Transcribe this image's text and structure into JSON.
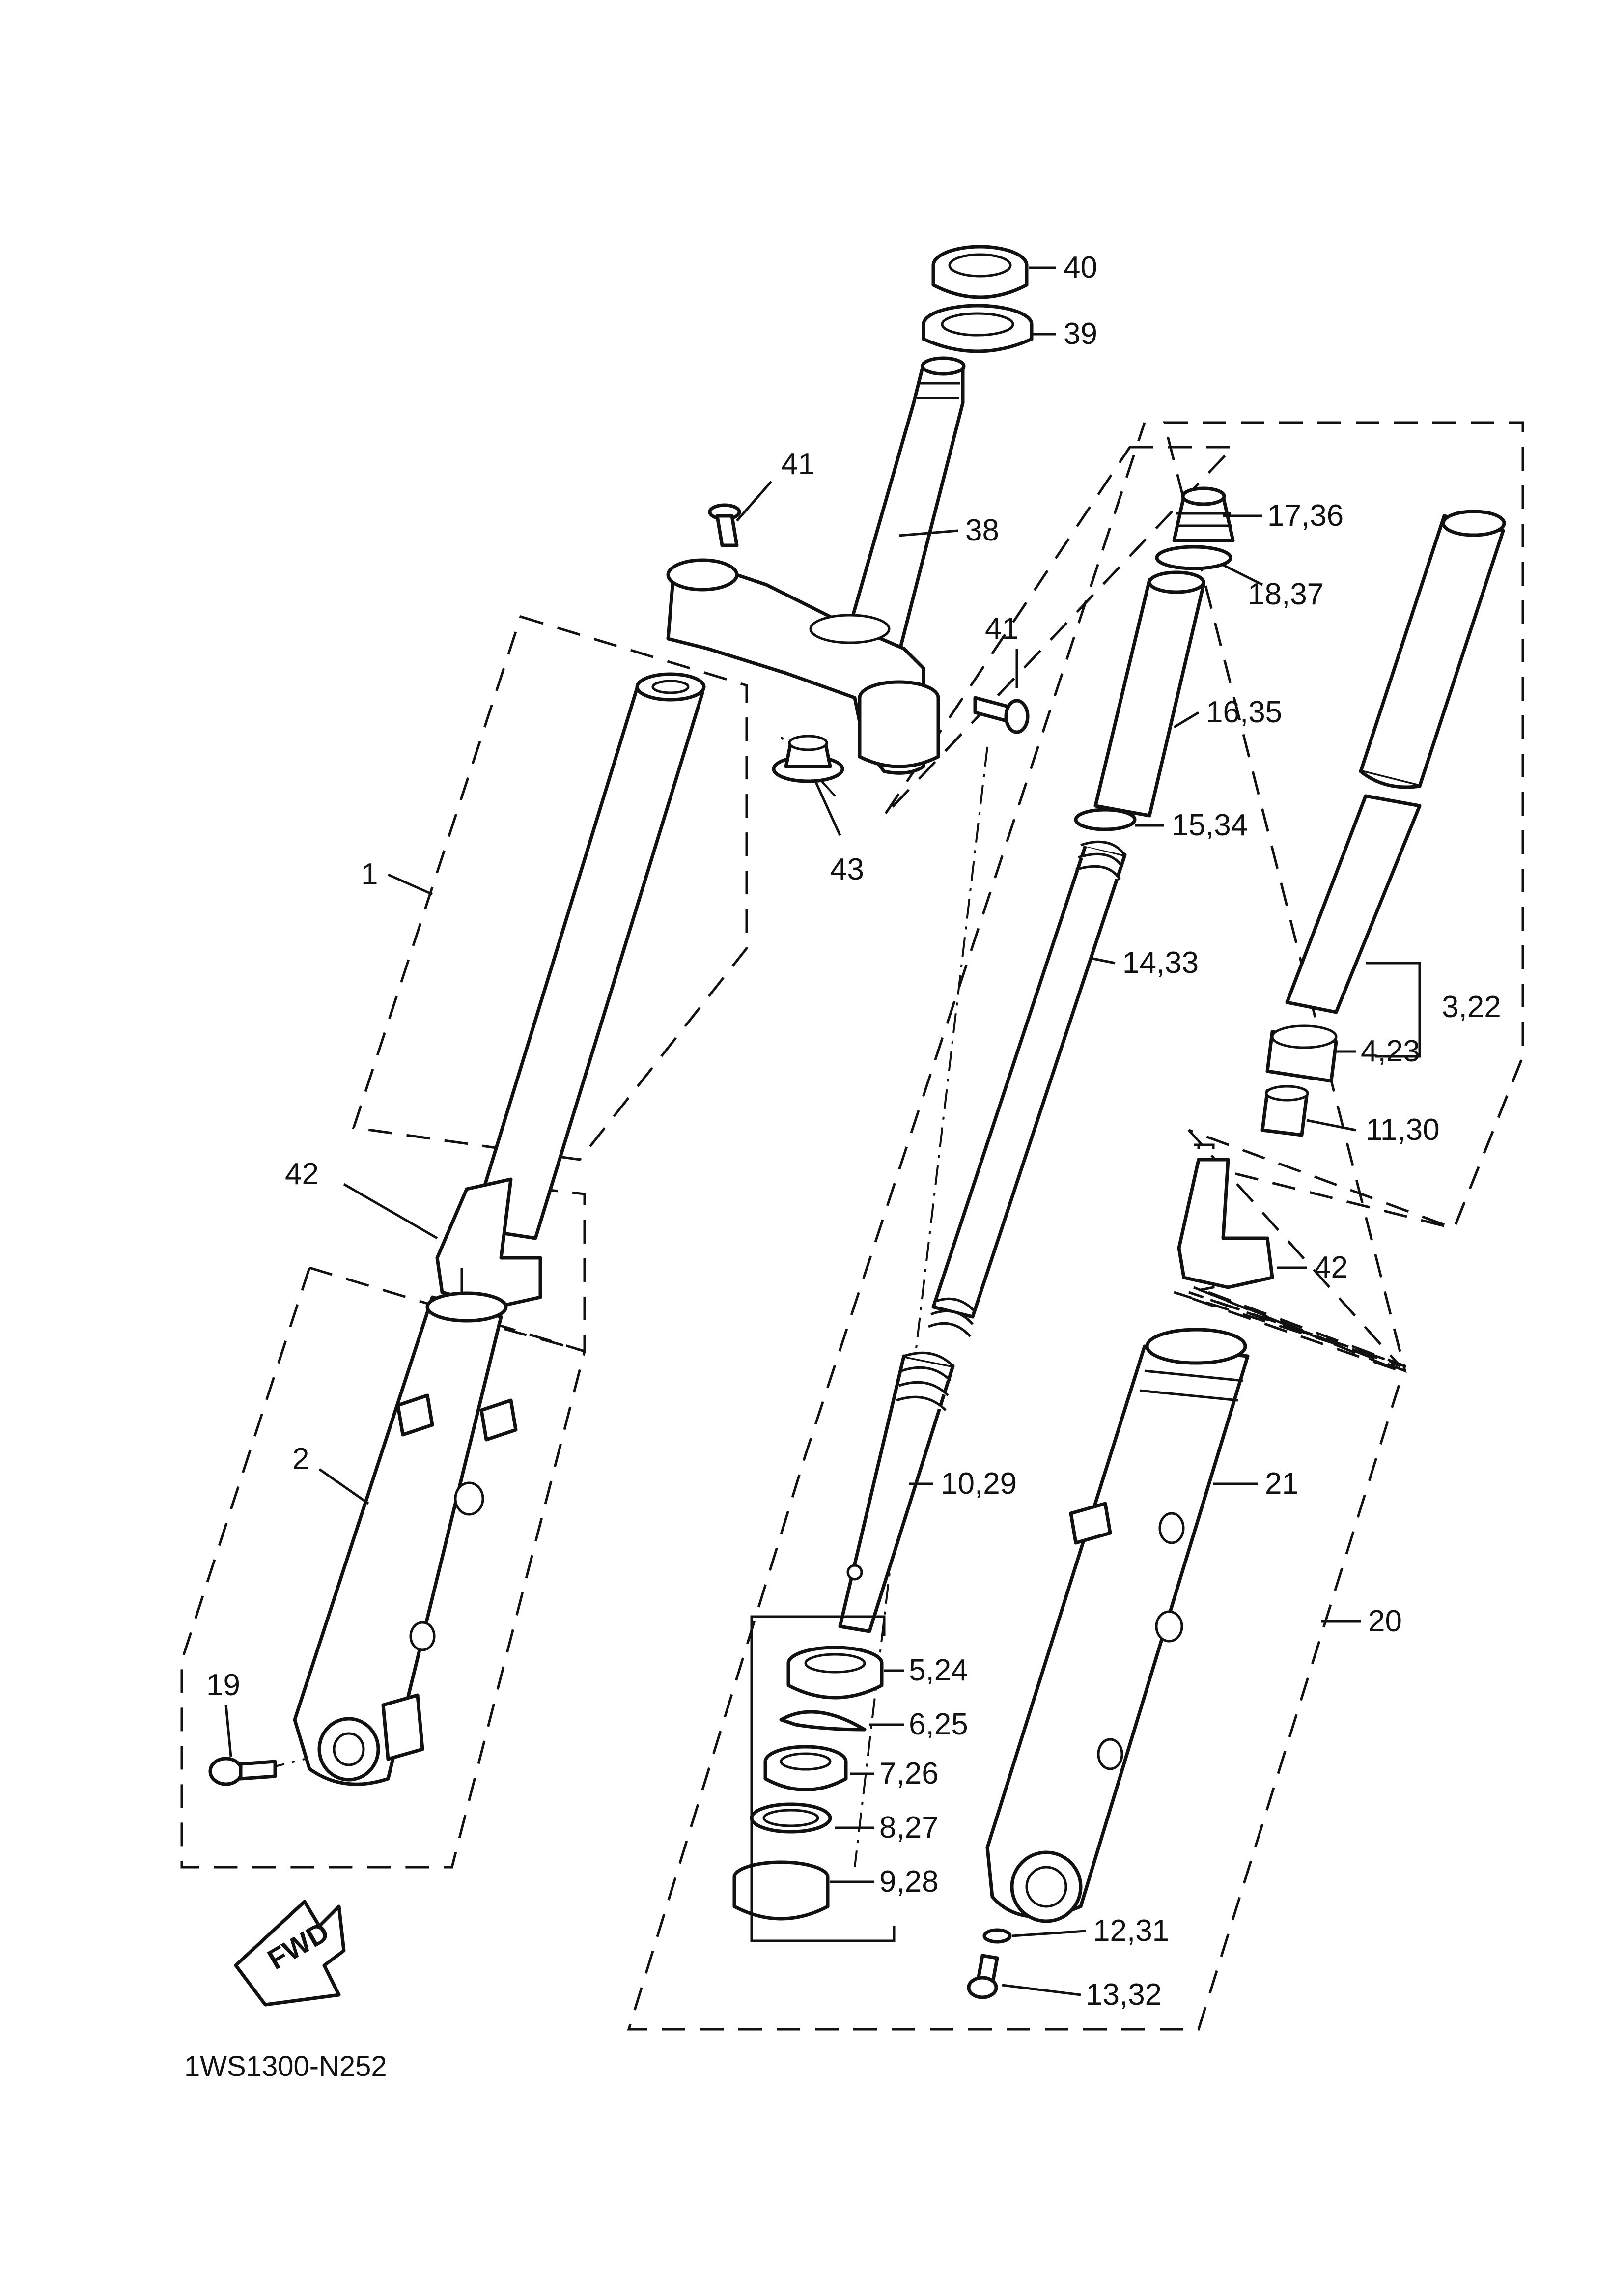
{
  "diagram": {
    "code": "1WS1300-N252",
    "fwd_label": "FWD",
    "callouts": {
      "c1": "1",
      "c2": "2",
      "c3_22": "3,22",
      "c4_23": "4,23",
      "c5_24": "5,24",
      "c6_25": "6,25",
      "c7_26": "7,26",
      "c8_27": "8,27",
      "c9_28": "9,28",
      "c10_29": "10,29",
      "c11_30": "11,30",
      "c12_31": "12,31",
      "c13_32": "13,32",
      "c14_33": "14,33",
      "c15_34": "15,34",
      "c16_35": "16,35",
      "c17_36": "17,36",
      "c18_37": "18,37",
      "c19": "19",
      "c20": "20",
      "c21": "21",
      "c38": "38",
      "c39": "39",
      "c40": "40",
      "c41a": "41",
      "c41b": "41",
      "c42a": "42",
      "c42b": "42",
      "c43": "43"
    }
  }
}
